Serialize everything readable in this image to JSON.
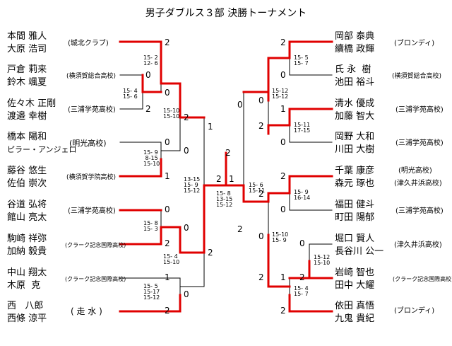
{
  "title": "男子ダブルス３部 決勝トーナメント",
  "left_teams": [
    {
      "p1": "本間 雅人",
      "p2": "大原 浩司",
      "school": "(城北クラブ)"
    },
    {
      "p1": "戸倉 莉来",
      "p2": "鈴木 颯夏",
      "school": "(横須賀総合高校)"
    },
    {
      "p1": "佐々木 正剛",
      "p2": "渡邉 幸樹",
      "school": "(三浦学苑高校)"
    },
    {
      "p1": "橋本 陽和",
      "p2": "ピラー・アンジェロ",
      "school": "(明光高校)"
    },
    {
      "p1": "藤谷 悠生",
      "p2": "佐伯 崇次",
      "school": "(横須賀学院高校)"
    },
    {
      "p1": "谷道 弘将",
      "p2": "館山 亮太",
      "school": "(三浦学苑高校)"
    },
    {
      "p1": "駒崎 祥弥",
      "p2": "加納 毅貴",
      "school": "(クラーク記念国際高校)"
    },
    {
      "p1": "中山 翔太",
      "p2": "木原  克",
      "school": "(クラーク記念国際高校)"
    },
    {
      "p1": "西   八郎",
      "p2": "西條 涼平",
      "school": "( 走 水 )"
    }
  ],
  "right_teams": [
    {
      "p1": "岡部 泰典",
      "p2": "續橋 政輝",
      "school": "(ブロンディ)"
    },
    {
      "p1": "氏 永  樹",
      "p2": "池田 裕斗",
      "school": "(横須賀総合高校)"
    },
    {
      "p1": "清水 優成",
      "p2": "加藤 智大",
      "school": "(三浦学苑高校)"
    },
    {
      "p1": "岡野 大和",
      "p2": "川田 大樹",
      "school": "(三浦学苑高校)"
    },
    {
      "p1": "千葉 康彦",
      "p2": "森元 琢也",
      "school": "(明光高校)",
      "school2": "(津久井浜高校)"
    },
    {
      "p1": "福田 健斗",
      "p2": "町田 陽郁",
      "school": "(三浦学苑高校)"
    },
    {
      "p1": "堀口 賢人",
      "p2": "長谷川 公一",
      "school": "(津久井浜高校)"
    },
    {
      "p1": "岩崎 智也",
      "p2": "田中 大耀",
      "school": "(クラーク記念国際高校)"
    },
    {
      "p1": "依田 真悟",
      "p2": "九鬼 貴紀",
      "school": "(ブロンディ)"
    }
  ],
  "scores": [
    "2",
    "0",
    "2",
    "0",
    "0",
    "1",
    "0",
    "2",
    "2",
    "0",
    "0",
    "1",
    "0",
    "2",
    "2",
    "1",
    "2",
    "1",
    "2",
    "0",
    "0",
    "1",
    "2",
    "0",
    "2",
    "2",
    "0",
    "0",
    "2",
    "0",
    "2",
    "2",
    "1",
    "2",
    "0",
    "2"
  ],
  "sets": [
    "15- 2\n12- 6",
    "15- 4\n15- 6",
    "15-10\n15-10",
    "15- 9\n 8-15\n15-10",
    "15- 8\n15- 3",
    "15- 4\n15-10",
    "15- 5\n15-17\n15-12",
    "13-15\n15- 9\n15-12",
    "15- 8\n13-15\n15-12",
    "15- 5\n15- 7",
    "15-12\n15-12",
    "15-11\n17-15",
    "15- 6\n15-11",
    "15- 9\n16-14",
    "15-10\n15- 9",
    "15-12\n15-10",
    "15- 4\n15- 7"
  ],
  "colors": {
    "win": "#e00000",
    "line": "#000000"
  }
}
